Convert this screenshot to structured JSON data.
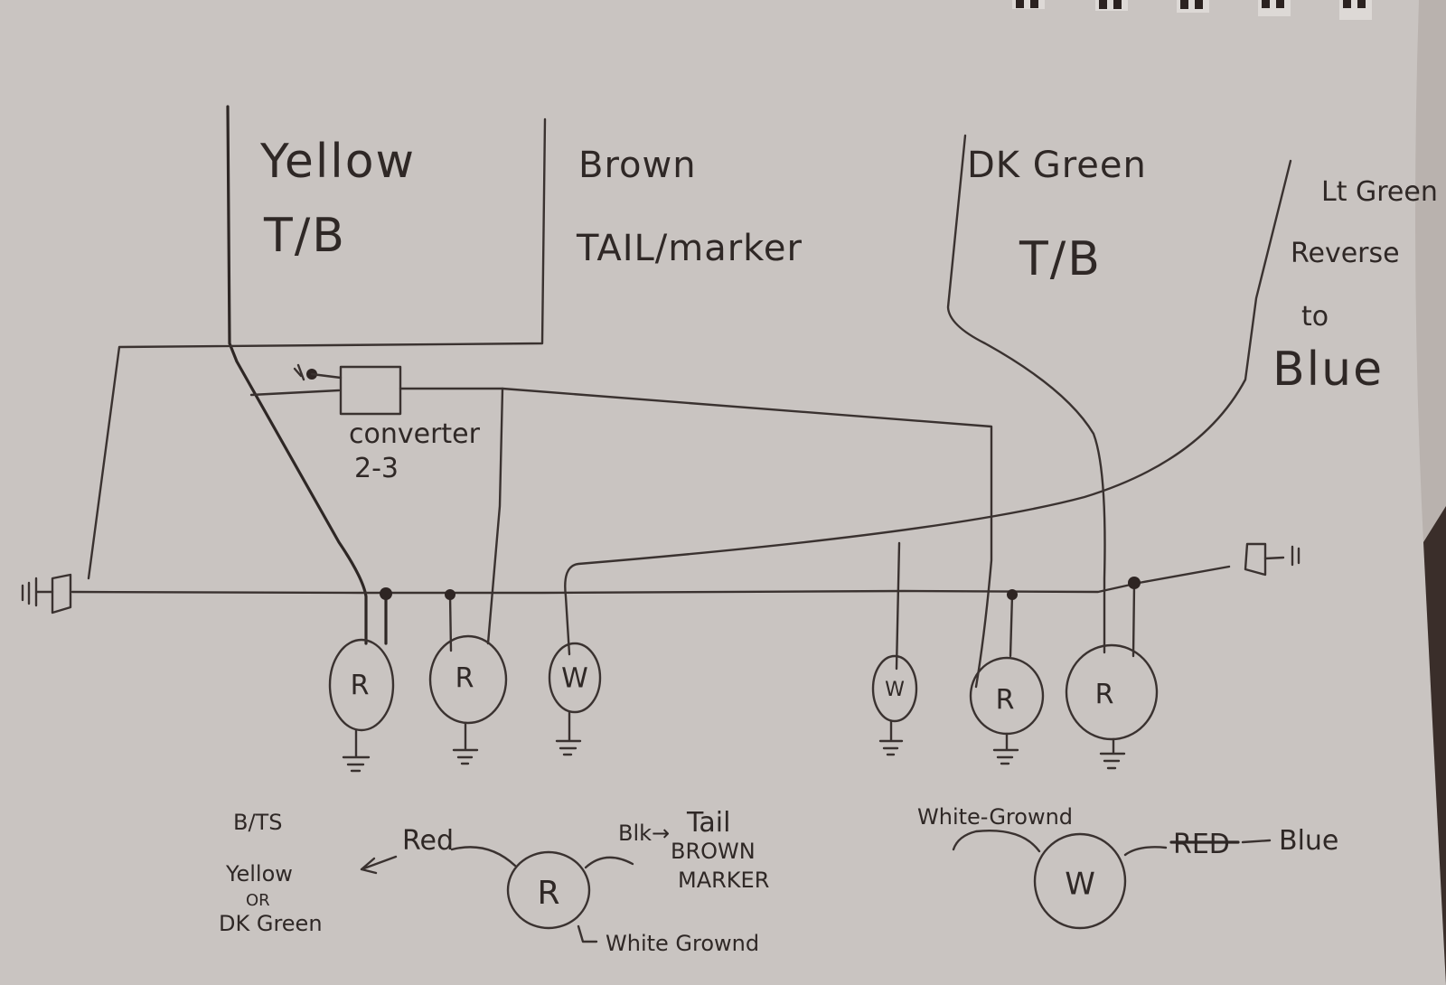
{
  "paper": {
    "background": "#c9c4c1",
    "ink_color": "#2f2826",
    "edge_color": "#3a2e2a"
  },
  "labels": {
    "yellow_line1": "Yellow",
    "yellow_line2": "T/B",
    "brown_line1": "Brown",
    "brown_line2": "TAIL/marker",
    "dkgreen_line1": "DK Green",
    "dkgreen_line2": "T/B",
    "ltgreen_line1": "Lt Green",
    "ltgreen_line2": "Reverse",
    "ltgreen_line3": "to",
    "ltgreen_line4": "Blue",
    "converter_line1": "converter",
    "converter_line2": "2-3"
  },
  "lamps": [
    {
      "letter": "R",
      "type": "red"
    },
    {
      "letter": "R",
      "type": "red"
    },
    {
      "letter": "W",
      "type": "white"
    },
    {
      "letter": "W",
      "type": "white"
    },
    {
      "letter": "R",
      "type": "red"
    },
    {
      "letter": "R",
      "type": "red"
    }
  ],
  "legend_red": {
    "lamp_letter": "R",
    "left_wire": "Red",
    "left_target_line1": "B/TS",
    "left_target_line2": "Yellow",
    "left_target_line3": "OR",
    "left_target_line4": "DK Green",
    "right_wire": "Blk→",
    "right_target_line1": "Tail",
    "right_target_line2": "BROWN",
    "right_target_line3": "MARKER",
    "bottom_wire": "White Grownd"
  },
  "legend_white": {
    "lamp_letter": "W",
    "left_wire": "White-Grownd",
    "right_wire_struck": "RED",
    "right_target": "Blue"
  }
}
